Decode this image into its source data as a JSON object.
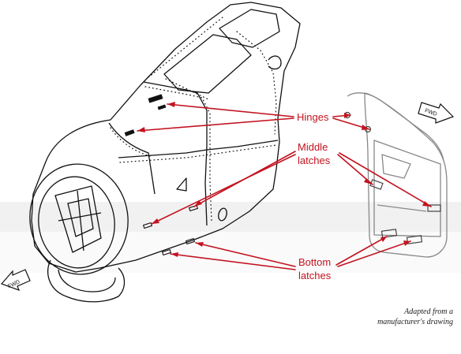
{
  "labels": {
    "hinges": "Hinges",
    "middle_line1": "Middle",
    "middle_line2": "latches",
    "bottom_line1": "Bottom",
    "bottom_line2": "latches"
  },
  "fwd_marker": "FWD",
  "caption": {
    "line1": "Adapted from a",
    "line2": "manufacturer's drawing"
  },
  "colors": {
    "callout": "#c2131f",
    "line_art": "#111111"
  }
}
